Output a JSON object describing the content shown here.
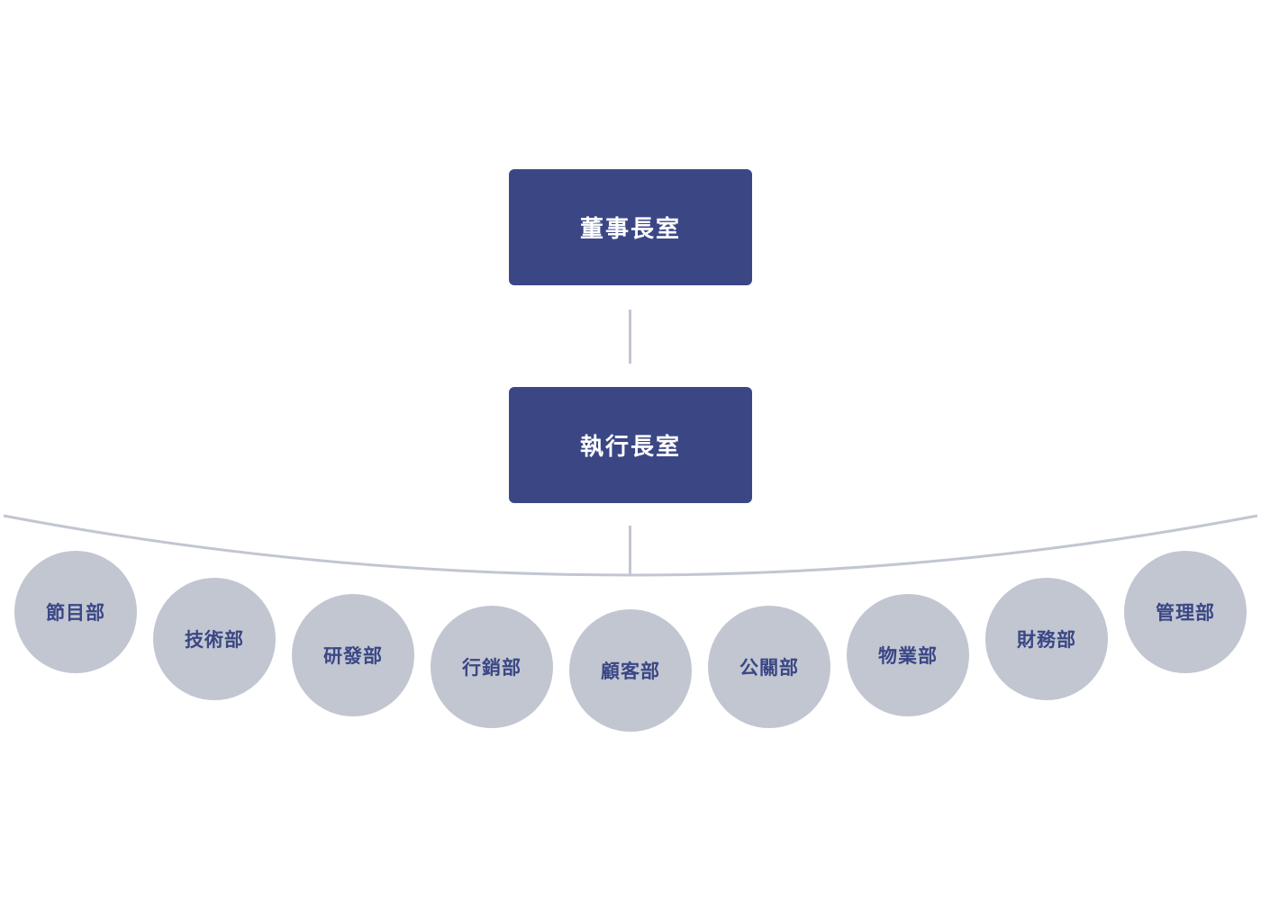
{
  "colors": {
    "executive_fill": "#3b4785",
    "executive_text": "#ffffff",
    "department_fill": "#c1c6d1",
    "department_text": "#3b4785",
    "connector": "#c1c6d1"
  },
  "executive": {
    "chairman": "董事長室",
    "ceo": "執行長室"
  },
  "departments": [
    "節目部",
    "技術部",
    "研發部",
    "行銷部",
    "顧客部",
    "公關部",
    "物業部",
    "財務部",
    "管理部"
  ]
}
